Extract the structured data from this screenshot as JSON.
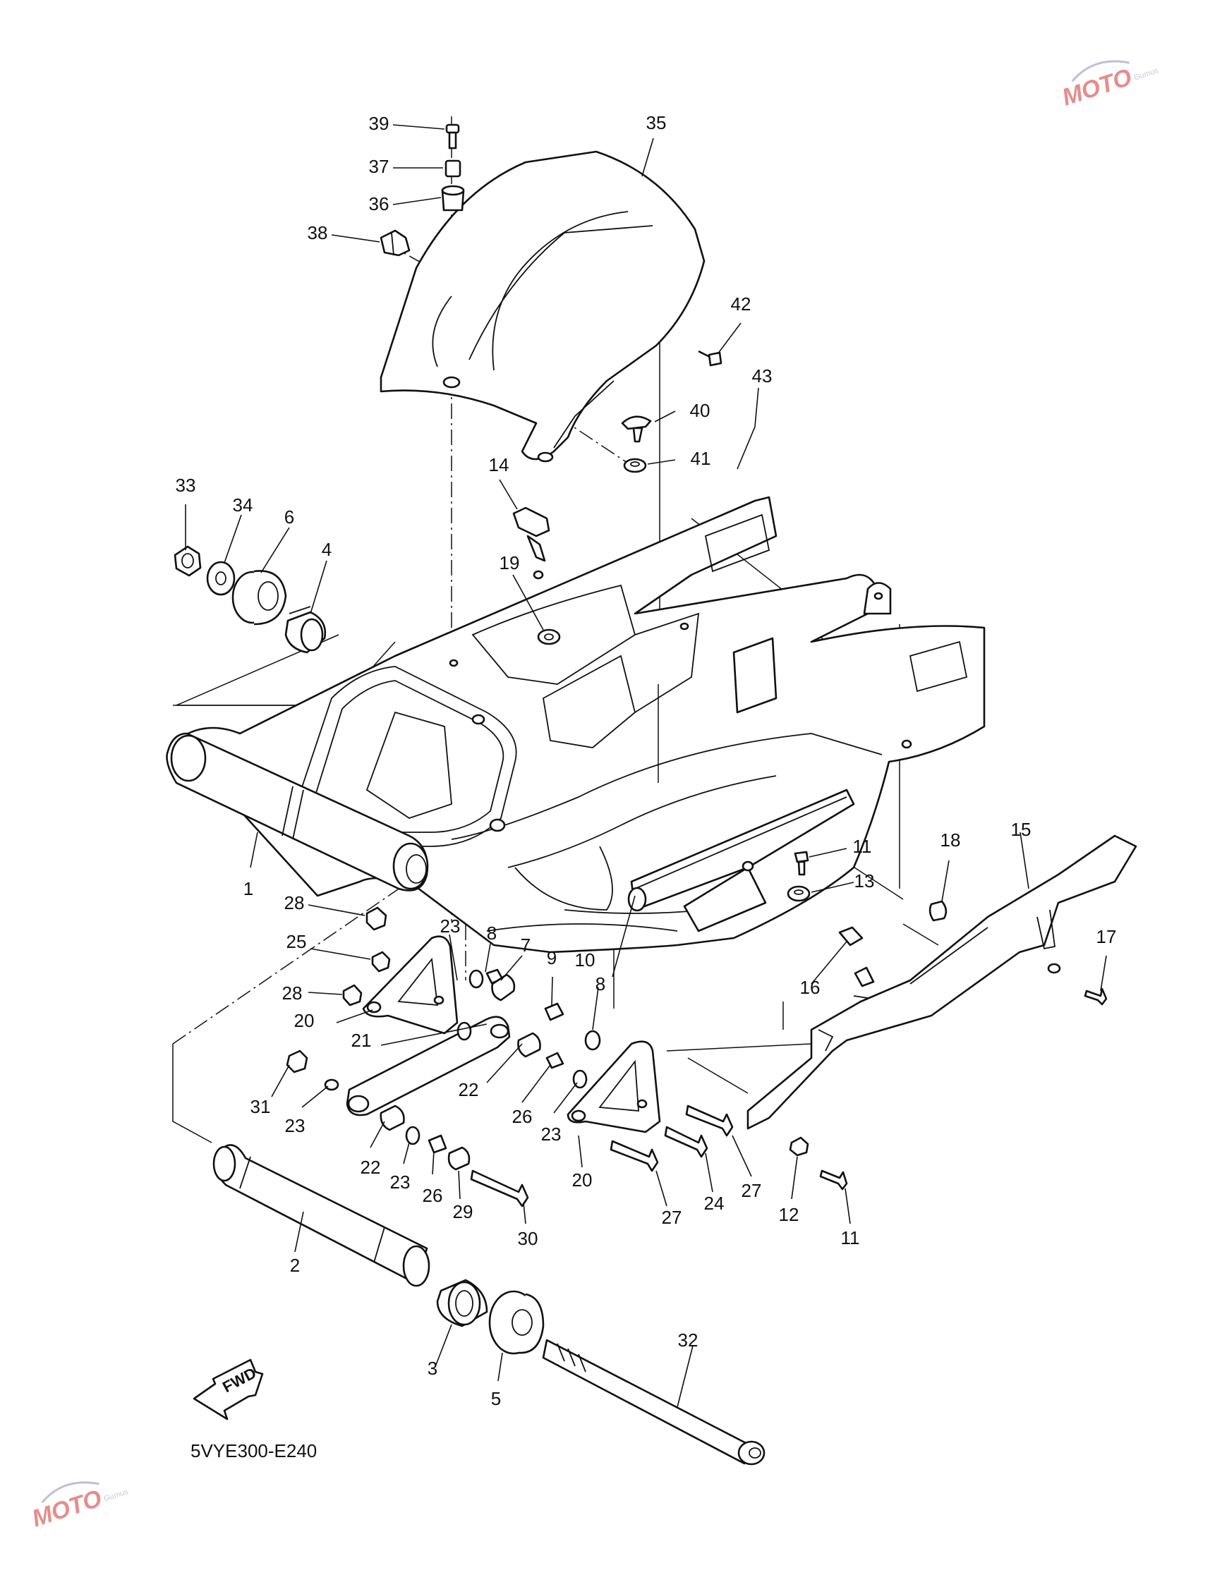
{
  "diagram_code": "5VYE300-E240",
  "fwd_label": "FWD",
  "watermark": {
    "text": "MOTO",
    "suffix": "Gumus"
  },
  "colors": {
    "line": "#111111",
    "watermark_red": "#d23030",
    "watermark_blue": "#8080b8"
  },
  "labels": [
    {
      "id": "l39",
      "text": "39"
    },
    {
      "id": "l37",
      "text": "37"
    },
    {
      "id": "l36",
      "text": "36"
    },
    {
      "id": "l38",
      "text": "38"
    },
    {
      "id": "l35",
      "text": "35"
    },
    {
      "id": "l42",
      "text": "42"
    },
    {
      "id": "l40",
      "text": "40"
    },
    {
      "id": "l41",
      "text": "41"
    },
    {
      "id": "l14",
      "text": "14"
    },
    {
      "id": "l33",
      "text": "33"
    },
    {
      "id": "l34",
      "text": "34"
    },
    {
      "id": "l6",
      "text": "6"
    },
    {
      "id": "l4",
      "text": "4"
    },
    {
      "id": "l19",
      "text": "19"
    },
    {
      "id": "l43",
      "text": "43"
    },
    {
      "id": "l1",
      "text": "1"
    },
    {
      "id": "l11a",
      "text": "11"
    },
    {
      "id": "l13",
      "text": "13"
    },
    {
      "id": "l18",
      "text": "18"
    },
    {
      "id": "l15",
      "text": "15"
    },
    {
      "id": "l28a",
      "text": "28"
    },
    {
      "id": "l23a",
      "text": "23"
    },
    {
      "id": "l8a",
      "text": "8"
    },
    {
      "id": "l7",
      "text": "7"
    },
    {
      "id": "l9",
      "text": "9"
    },
    {
      "id": "l10",
      "text": "10"
    },
    {
      "id": "l25",
      "text": "25"
    },
    {
      "id": "l28b",
      "text": "28"
    },
    {
      "id": "l20a",
      "text": "20"
    },
    {
      "id": "l8b",
      "text": "8"
    },
    {
      "id": "l16",
      "text": "16"
    },
    {
      "id": "l17",
      "text": "17"
    },
    {
      "id": "l21",
      "text": "21"
    },
    {
      "id": "l31",
      "text": "31"
    },
    {
      "id": "l23b",
      "text": "23"
    },
    {
      "id": "l22a",
      "text": "22"
    },
    {
      "id": "l26a",
      "text": "26"
    },
    {
      "id": "l23c",
      "text": "23"
    },
    {
      "id": "l22b",
      "text": "22"
    },
    {
      "id": "l23d",
      "text": "23"
    },
    {
      "id": "l26b",
      "text": "26"
    },
    {
      "id": "l29",
      "text": "29"
    },
    {
      "id": "l30",
      "text": "30"
    },
    {
      "id": "l20b",
      "text": "20"
    },
    {
      "id": "l27a",
      "text": "27"
    },
    {
      "id": "l24",
      "text": "24"
    },
    {
      "id": "l27b",
      "text": "27"
    },
    {
      "id": "l12",
      "text": "12"
    },
    {
      "id": "l11b",
      "text": "11"
    },
    {
      "id": "l2",
      "text": "2"
    },
    {
      "id": "l3",
      "text": "3"
    },
    {
      "id": "l5",
      "text": "5"
    },
    {
      "id": "l32",
      "text": "32"
    }
  ]
}
